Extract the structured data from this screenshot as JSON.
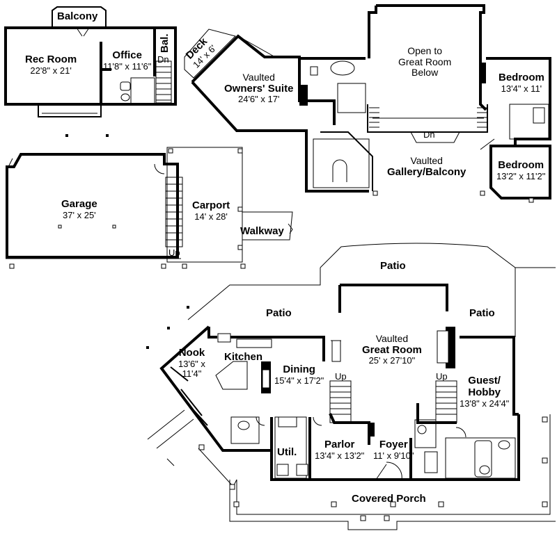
{
  "upper_floor": {
    "balcony": "Balcony",
    "rec_room": {
      "name": "Rec Room",
      "dims": "22'8\" x 21'"
    },
    "office": {
      "name": "Office",
      "dims": "11'8\" x 11'6\""
    },
    "bal": "Bal.",
    "dn_rec": "Dn",
    "deck": {
      "name": "Deck",
      "dims": "14' x 6'"
    },
    "owners_suite": {
      "line1": "Vaulted",
      "name": "Owners' Suite",
      "dims": "24'6\" x 17'"
    },
    "open_to": {
      "line1": "Open to",
      "line2": "Great Room",
      "line3": "Below"
    },
    "bedroom1": {
      "name": "Bedroom",
      "dims": "13'4\" x 11'"
    },
    "bedroom2": {
      "name": "Bedroom",
      "dims": "13'2\" x 11'2\""
    },
    "gallery": {
      "line1": "Vaulted",
      "name": "Gallery/Balcony"
    },
    "dn_gallery": "Dn"
  },
  "garage_area": {
    "garage": {
      "name": "Garage",
      "dims": "37' x 25'"
    },
    "carport": {
      "name": "Carport",
      "dims": "14' x 28'"
    },
    "walkway": "Walkway",
    "up": "Up"
  },
  "main_floor": {
    "patio_top": "Patio",
    "patio_left": "Patio",
    "patio_right": "Patio",
    "great_room": {
      "line1": "Vaulted",
      "name": "Great Room",
      "dims": "25' x 27'10\""
    },
    "nook": {
      "name": "Nook",
      "dims1": "13'6\" x",
      "dims2": "11'4\""
    },
    "kitchen": "Kitchen",
    "dining": {
      "name": "Dining",
      "dims": "15'4\" x 17'2\""
    },
    "up_left": "Up",
    "up_right": "Up",
    "guest": {
      "name1": "Guest/",
      "name2": "Hobby",
      "dims": "13'8\" x 24'4\""
    },
    "util": "Util.",
    "parlor": {
      "name": "Parlor",
      "dims": "13'4\" x 13'2\""
    },
    "foyer": {
      "name": "Foyer",
      "dims": "11' x 9'10\""
    },
    "covered_porch": "Covered Porch"
  }
}
